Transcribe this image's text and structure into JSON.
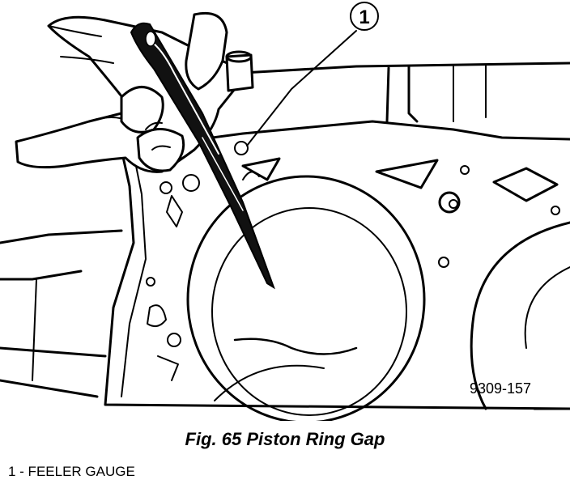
{
  "callout": {
    "number": "1"
  },
  "figure_number": "9309-157",
  "caption": "Fig. 65 Piston Ring Gap",
  "legend": [
    {
      "text": "1 - FEELER GAUGE"
    }
  ]
}
